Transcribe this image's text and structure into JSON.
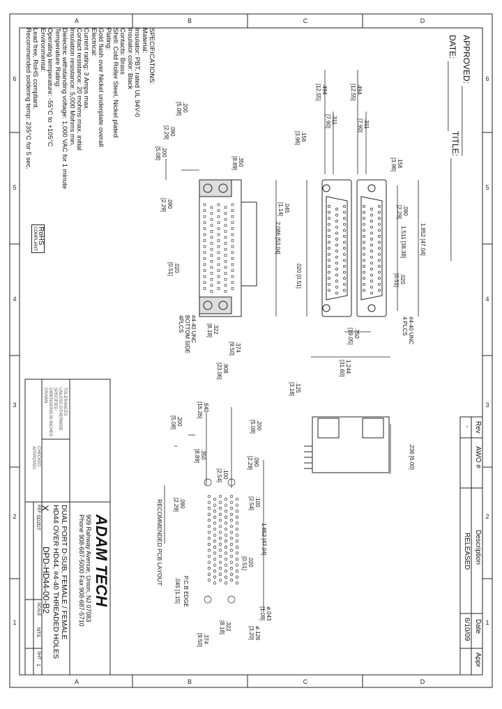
{
  "zones_top": [
    "A",
    "B",
    "C",
    "D"
  ],
  "zones_side": [
    "6",
    "5",
    "4",
    "3",
    "2",
    "1"
  ],
  "approval": {
    "approved": "APPROVED: _______________",
    "date": "DATE: _______________",
    "title": "TITLE: ______________________"
  },
  "revision": {
    "headers": {
      "rev": "Rev",
      "awo": "AWO #",
      "description": "Description",
      "date": "Date",
      "appr": "Appr"
    },
    "row": {
      "rev": "-",
      "awo": "",
      "description": "RELEASED",
      "date": "6/10/09",
      "appr": ""
    }
  },
  "specifications": {
    "title": "SPECIFICATIONS:",
    "lines": [
      "Material:",
      "Insulator: PBT, rated UL 94V-0",
      "Insulator color: Black",
      "Contacts: Brass",
      "Shell: Cold Roller Steel, Nickel plated",
      "Plating:",
      "Gold flash over Nickel underplate overall",
      "Electrical:",
      "Current rating: 3 Amps max.",
      "Contact resistance: 20 mohms max. initial",
      "Insulation resistance: 5,000 Mohms min.",
      "Dielectric withstanding voltage: 1,000 VAC for 1 minute",
      "Temperature Rating:",
      "Operating temperature: -55°C to +105°C",
      "Environmental:",
      "Lead free, RoHS compliant.",
      "Recommended soldering temp: 235°C for 5 sec."
    ],
    "rohs": "RoHS",
    "rohs_sub": "COMPLIANT"
  },
  "dimensions": {
    "d494a": ".494",
    "d494a_mm": "[12.55]",
    "d494b": ".494",
    "d494b_mm": "[12.55]",
    "d311a": ".311",
    "d311a_mm": "[7.90]",
    "d311b": ".311",
    "d311b_mm": "[7.90]",
    "d200a": ".200",
    "d200a_mm": "[5.08]",
    "d090a": ".090",
    "d090a_mm": "[2.29]",
    "d156a": ".156",
    "d156a_mm": "[3.96]",
    "d156b": ".156",
    "d156b_mm": "[3.96]",
    "d200b": ".200",
    "d200b_mm": "[5.08]",
    "d350a": ".350",
    "d350a_mm": "[8.89]",
    "d090b": ".090",
    "d090b_mm": "[2.29]",
    "d045a": ".045",
    "d045a_mm": "[1.14]",
    "d090c": ".090",
    "d090c_mm": "[2.29]",
    "d1852a": "1.852 [47.04]",
    "d1511": "1.511 [38.38]",
    "d2086": "2.086 [53.04]",
    "d020a": ".020",
    "d020a_mm": "[0.51]",
    "d020b": ".020 [0.51]",
    "d020c": ".020",
    "d020c_mm": "[0.51]",
    "d750": ".750",
    "d750_mm": "[19.05]",
    "d1244": "1.244",
    "d1244_mm": "[31.60]",
    "d322a": ".322",
    "d322a_mm": "[8.18]",
    "d374a": ".374",
    "d374a_mm": "[9.50]",
    "d908": ".908",
    "d908_mm": "[23.06]",
    "d125": ".125",
    "d125_mm": "[3.18]",
    "d236": ".236 [6.00]",
    "d640": ".640",
    "d640_mm": "[16.26]",
    "d200c": ".200",
    "d200c_mm": "[5.08]",
    "d200d": ".200",
    "d200d_mm": "[5.08]",
    "d350b": ".350",
    "d350b_mm": "[8.89]",
    "d090d": ".090",
    "d090d_mm": "[2.29]",
    "d100a": ".100",
    "d100a_mm": "[2.54]",
    "d100b": ".100",
    "d100b_mm": "[2.54]",
    "d090e": ".090",
    "d090e_mm": "[2.29]",
    "d1852b": "1.852 [47.04]",
    "d020d": ".020",
    "d020d_mm": "[0.51]",
    "d045b": ".045 [1.15]",
    "d043": "ø.043",
    "d043_mm": "[1.09]",
    "d126": "ø.126",
    "d126_mm": "[3.20]",
    "d322b": ".322",
    "d322b_mm": "[8.18]",
    "d374b": ".374",
    "d374b_mm": "[9.50]",
    "thread_top": "#4-40 UNC",
    "thread_top2": "4 PLCS",
    "thread_bottom": "#4-40 UNC",
    "thread_bottom2": "BOTTOM SIDE",
    "thread_bottom3": "4PLCS",
    "pcb_edge": "P.C.B EDGE",
    "pcb_layout": "RECOMMENDED PCB LAYOUT"
  },
  "title_block": {
    "company": "ADAM TECH",
    "address": "909 Rahway Avenue, Union, NJ 07083",
    "phone": "Phone 908-687-5000  Fax 908-687-5710",
    "desc1": "DUAL PORT D-SUB, FEMALE / FEMALE",
    "desc2": "HD44 OVER HD44, #4-40 THREADED HOLES",
    "part_number": "DPD-HD44-00-B2",
    "units_mark": "X",
    "ref": "SD2D7",
    "scale": "NTS",
    "sheet": "1",
    "ref_label": "REF.",
    "scale_label": "SCALE",
    "sheet_label": "SHT"
  },
  "notes_block": [
    "TOLERANCES",
    "UNLESS OTHERWISE",
    "SPECIFIED",
    "DIMENSIONS IN INCHES",
    "DRAWN",
    "CHECKED",
    "APPROVED"
  ]
}
